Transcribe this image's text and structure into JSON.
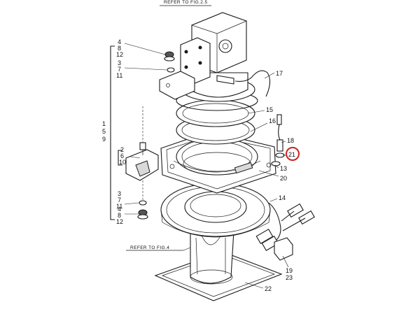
{
  "references": {
    "top": "REFER TO FIG.2.5",
    "left": "REFER TO FIG.4"
  },
  "labels": {
    "l1": "1",
    "l5": "5",
    "l9": "9",
    "l2": "2",
    "l6": "6",
    "l10": "10",
    "l3a": "3",
    "l7a": "7",
    "l11a": "11",
    "l4a": "4",
    "l8a": "8",
    "l12a": "12",
    "l3b": "3",
    "l7b": "7",
    "l11b": "11",
    "l4b": "4",
    "l8b": "8",
    "l12b": "12",
    "l13": "13",
    "l14": "14",
    "l15": "15",
    "l16": "16",
    "l17": "17",
    "l18": "18",
    "l19": "19",
    "l20": "20",
    "l21": "21",
    "l22": "22",
    "l23": "23"
  },
  "highlight": {
    "label": "21",
    "color": "#cc2222"
  }
}
